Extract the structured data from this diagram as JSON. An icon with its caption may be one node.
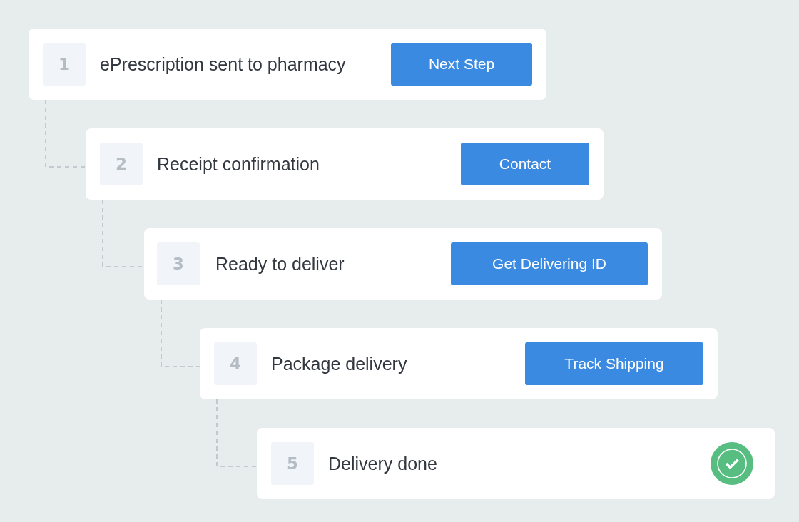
{
  "diagram": {
    "nodes": [
      {
        "text": [
          "ePrescription sent to pharmacy"
        ]
      },
      {
        "text": [
          "1"
        ],
        "in": 0
      },
      {
        "text": [
          "Next Step"
        ],
        "in": 0
      },
      {
        "text": [
          "Receipt confirmation"
        ]
      },
      {
        "text": [
          "2"
        ],
        "in": 3
      },
      {
        "text": [
          "Contact"
        ],
        "in": 3
      },
      {
        "text": [
          "Ready to deliver"
        ]
      },
      {
        "text": [
          "3"
        ],
        "in": 6
      },
      {
        "text": [
          "Get Delivering ID"
        ],
        "in": 6
      },
      {
        "text": [
          "Package delivery"
        ]
      },
      {
        "text": [
          "4"
        ],
        "in": 9
      },
      {
        "text": [
          "Track Shipping"
        ],
        "in": 9
      },
      {
        "text": [
          "Delivery done"
        ]
      },
      {
        "text": [
          "5"
        ],
        "in": 12
      },
      {
        "text": [],
        "shape": "circle",
        "in": 12
      }
    ],
    "edges": [
      {
        "from": 0,
        "to": 3,
        "arrow": "none",
        "style": "dashed"
      },
      {
        "from": 3,
        "to": 6,
        "arrow": "none",
        "style": "dashed"
      },
      {
        "from": 6,
        "to": 9,
        "arrow": "none",
        "style": "dashed"
      },
      {
        "from": 9,
        "to": 12,
        "arrow": "none",
        "style": "dashed"
      }
    ]
  }
}
